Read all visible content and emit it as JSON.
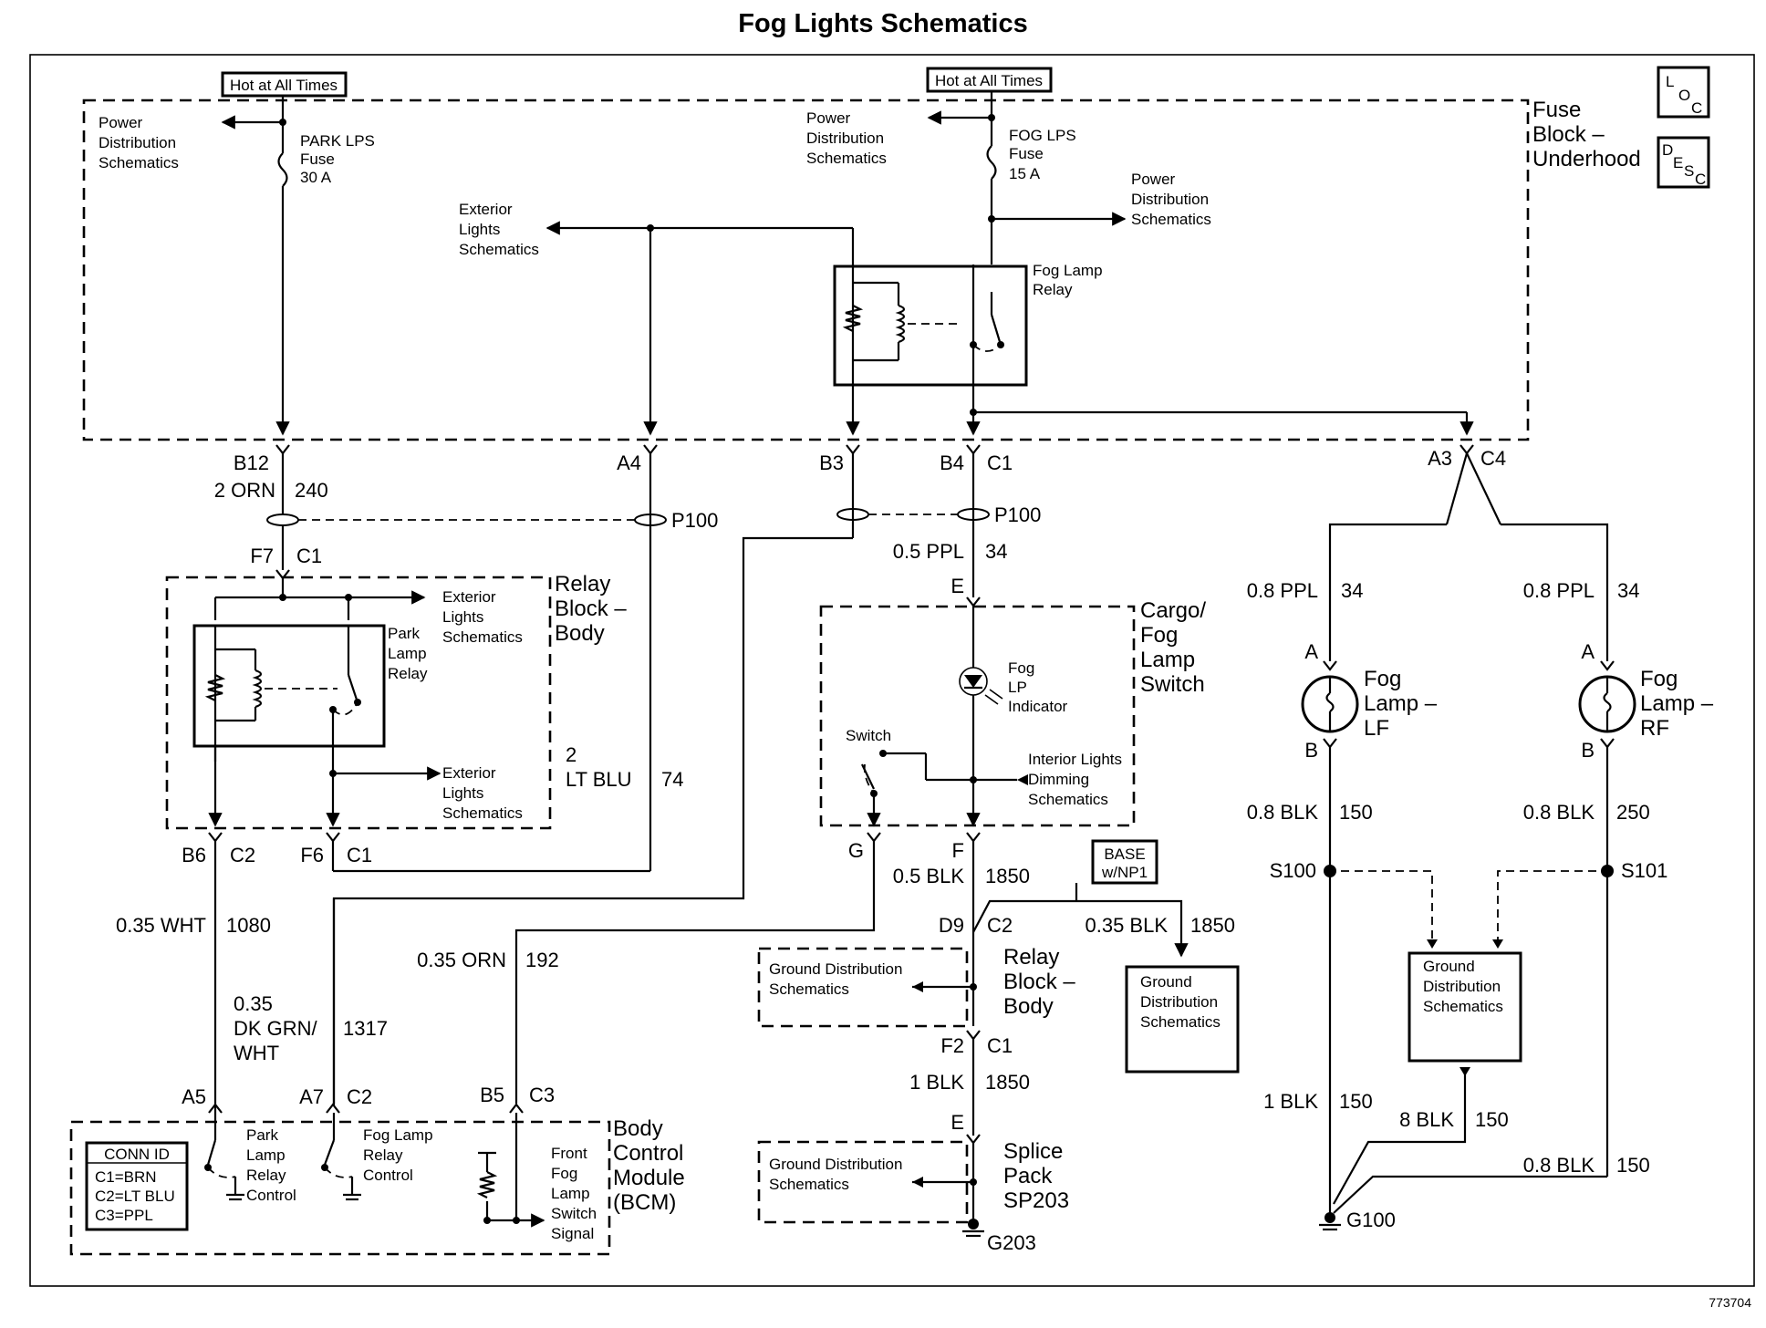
{
  "title": "Fog Lights Schematics",
  "doc_number": "773704",
  "icons": {
    "loc": "L O C",
    "desc": "D E S C"
  },
  "hot_left": "Hot at All Times",
  "hot_right": "Hot at All Times",
  "fuse_block": {
    "l1": "Fuse",
    "l2": "Block –",
    "l3": "Underhood"
  },
  "fuse_park": {
    "l1": "PARK LPS",
    "l2": "Fuse",
    "l3": "30 A"
  },
  "fuse_fog": {
    "l1": "FOG LPS",
    "l2": "Fuse",
    "l3": "15 A"
  },
  "pds": {
    "l1": "Power",
    "l2": "Distribution",
    "l3": "Schematics"
  },
  "els": {
    "l1": "Exterior",
    "l2": "Lights",
    "l3": "Schematics"
  },
  "fog_relay": {
    "l1": "Fog Lamp",
    "l2": "Relay"
  },
  "park_relay": {
    "l1": "Park",
    "l2": "Lamp",
    "l3": "Relay"
  },
  "relay_block": {
    "l1": "Relay",
    "l2": "Block –",
    "l3": "Body"
  },
  "cargo_switch": {
    "l1": "Cargo/",
    "l2": "Fog",
    "l3": "Lamp",
    "l4": "Switch"
  },
  "fog_indicator": {
    "l1": "Fog",
    "l2": "LP",
    "l3": "Indicator"
  },
  "switch_label": "Switch",
  "ild": {
    "l1": "Interior Lights",
    "l2": "Dimming",
    "l3": "Schematics"
  },
  "gds": {
    "l1": "Ground Distribution",
    "l2": "Schematics"
  },
  "gds3": {
    "l1": "Ground",
    "l2": "Distribution",
    "l3": "Schematics"
  },
  "base_option": {
    "l1": "BASE",
    "l2": "w/NP1"
  },
  "splice_pack": {
    "l1": "Splice",
    "l2": "Pack",
    "l3": "SP203"
  },
  "fog_lf": {
    "l1": "Fog",
    "l2": "Lamp –",
    "l3": "LF"
  },
  "fog_rf": {
    "l1": "Fog",
    "l2": "Lamp –",
    "l3": "RF"
  },
  "bcm": {
    "l1": "Body",
    "l2": "Control",
    "l3": "Module",
    "l4": "(BCM)"
  },
  "bcm_park": {
    "l1": "Park",
    "l2": "Lamp",
    "l3": "Relay",
    "l4": "Control"
  },
  "bcm_fog": {
    "l1": "Fog Lamp",
    "l2": "Relay",
    "l3": "Control"
  },
  "bcm_sig": {
    "l1": "Front",
    "l2": "Fog",
    "l3": "Lamp",
    "l4": "Switch",
    "l5": "Signal"
  },
  "conn_id": {
    "title": "CONN ID",
    "c1": "C1=BRN",
    "c2": "C2=LT BLU",
    "c3": "C3=PPL"
  },
  "connectors": {
    "b12": "B12",
    "a4": "A4",
    "b3": "B3",
    "b4": "B4",
    "c1": "C1",
    "a3": "A3",
    "c4": "C4",
    "f7": "F7",
    "b6": "B6",
    "c2": "C2",
    "f6": "F6",
    "e": "E",
    "f": "F",
    "g": "G",
    "d9": "D9",
    "f2": "F2",
    "a": "A",
    "b": "B",
    "a5": "A5",
    "a7": "A7",
    "b5": "B5",
    "c3": "C3"
  },
  "passthru": {
    "p100": "P100"
  },
  "wires": {
    "orn2": "2 ORN",
    "c240": "240",
    "ppl05": "0.5 PPL",
    "c34": "34",
    "ltblu_n": "2",
    "ltblu": "LT BLU",
    "c74": "74",
    "wht": "0.35 WHT",
    "c1080": "1080",
    "dkgrn1": "0.35",
    "dkgrn2": "DK GRN/",
    "dkgrn3": "WHT",
    "c1317": "1317",
    "orn035": "0.35 ORN",
    "c192": "192",
    "blk05": "0.5 BLK",
    "c1850": "1850",
    "blk035": "0.35 BLK",
    "blk1": "1 BLK",
    "ppl08": "0.8 PPL",
    "blk08": "0.8 BLK",
    "c150": "150",
    "c250": "250",
    "blk8": "8 BLK"
  },
  "splices": {
    "s100": "S100",
    "s101": "S101"
  },
  "grounds": {
    "g203": "G203",
    "g100": "G100"
  }
}
